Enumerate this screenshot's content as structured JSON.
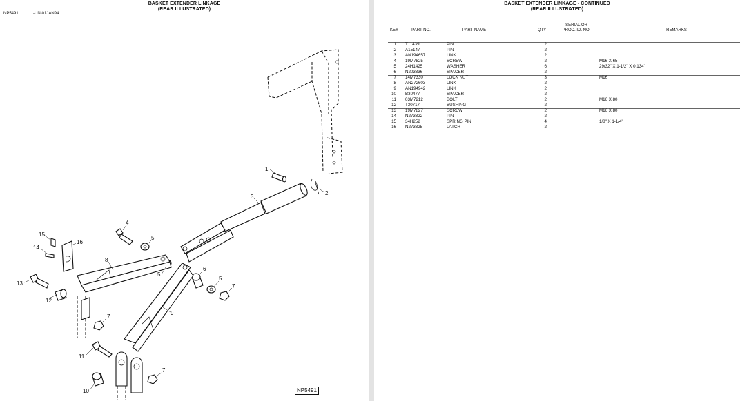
{
  "left_page": {
    "title": "BASKET EXTENDER LINKAGE",
    "subtitle": "(REAR ILLUSTRATED)",
    "figure_id": "NP5491",
    "date_code": "-UN-01JAN94",
    "figure_stamp": "NP5491",
    "callouts": [
      "1",
      "2",
      "3",
      "4",
      "5",
      "5",
      "5",
      "6",
      "7",
      "7",
      "7",
      "8",
      "9",
      "10",
      "11",
      "12",
      "13",
      "14",
      "15",
      "16"
    ]
  },
  "right_page": {
    "title": "BASKET EXTENDER LINKAGE - CONTINUED",
    "subtitle": "(REAR ILLUSTRATED)",
    "headers": {
      "key": "KEY",
      "part_no": "PART NO.",
      "part_name": "PART NAME",
      "qty": "QTY",
      "serial_line1": "SERIAL OR",
      "serial_line2": "PROD. ID. NO.",
      "remarks": "REMARKS"
    },
    "rows": [
      {
        "key": "1",
        "part_no": "T11439",
        "name": "PIN",
        "qty": "2",
        "remarks": ""
      },
      {
        "key": "2",
        "part_no": "A15147",
        "name": "PIN",
        "qty": "2",
        "remarks": ""
      },
      {
        "key": "3",
        "part_no": "AN194657",
        "name": "LINK",
        "qty": "2",
        "remarks": ""
      },
      {
        "key": "4",
        "part_no": "19M7825",
        "name": "SCREW",
        "qty": "2",
        "remarks": "M16 X 65"
      },
      {
        "key": "5",
        "part_no": "24H1425",
        "name": "WASHER",
        "qty": "6",
        "remarks": "29/32\" X 1-1/2\" X 0.134\""
      },
      {
        "key": "6",
        "part_no": "N203336",
        "name": "SPACER",
        "qty": "2",
        "remarks": ""
      },
      {
        "key": "7",
        "part_no": "14M7330",
        "name": "LOCK NUT",
        "qty": "3",
        "remarks": "M16"
      },
      {
        "key": "8",
        "part_no": "AN272603",
        "name": "LINK",
        "qty": "2",
        "remarks": ""
      },
      {
        "key": "9",
        "part_no": "AN194942",
        "name": "LINK",
        "qty": "2",
        "remarks": ""
      },
      {
        "key": "10",
        "part_no": "B30477",
        "name": "SPACER",
        "qty": "2",
        "remarks": ""
      },
      {
        "key": "11",
        "part_no": "03M7212",
        "name": "BOLT",
        "qty": "2",
        "remarks": "M16 X 80"
      },
      {
        "key": "12",
        "part_no": "T30717",
        "name": "BUSHING",
        "qty": "2",
        "remarks": ""
      },
      {
        "key": "13",
        "part_no": "19M7827",
        "name": "SCREW",
        "qty": "2",
        "remarks": "M16 X 80"
      },
      {
        "key": "14",
        "part_no": "N273322",
        "name": "PIN",
        "qty": "2",
        "remarks": ""
      },
      {
        "key": "15",
        "part_no": "34H252",
        "name": "SPRING PIN",
        "qty": "4",
        "remarks": "1/8\" X 1-1/4\""
      },
      {
        "key": "16",
        "part_no": "N273325",
        "name": "LATCH",
        "qty": "2",
        "remarks": ""
      }
    ]
  }
}
